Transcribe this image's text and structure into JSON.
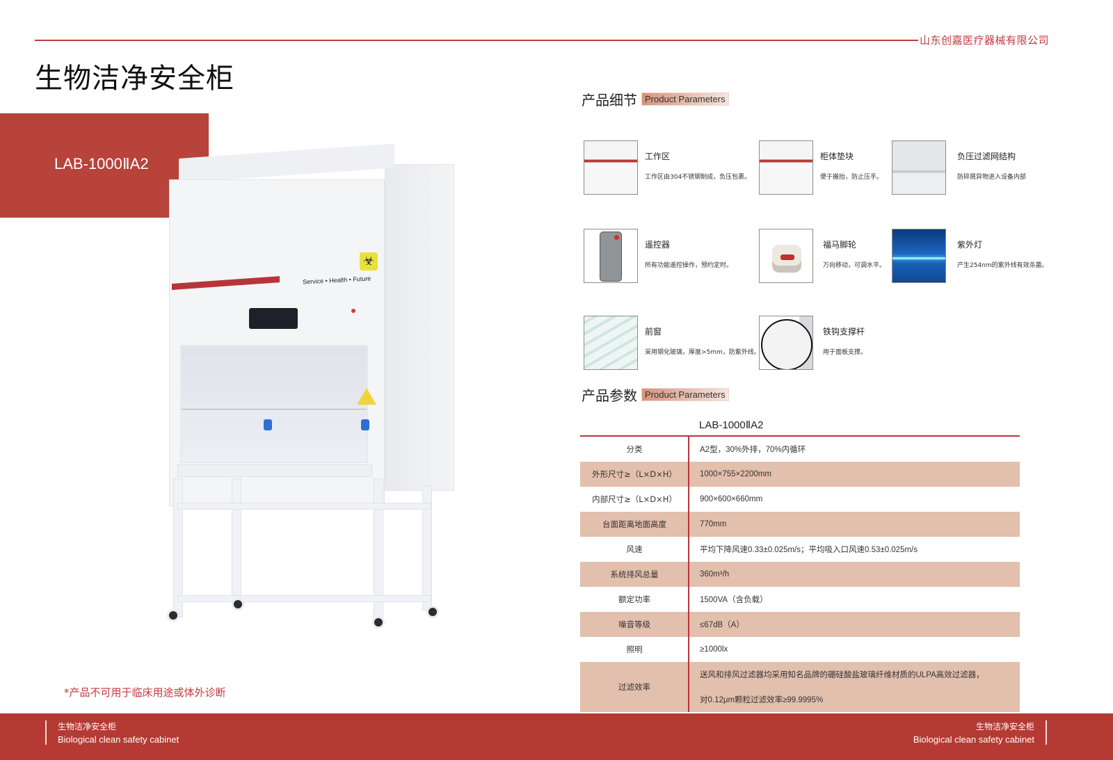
{
  "header": {
    "company": "山东创嘉医疗器械有限公司",
    "title": "生物洁净安全柜"
  },
  "hero": {
    "model": "LAB-1000ⅡA2",
    "slogan": "Service • Health • Future",
    "disclaimer": "*产品不可用于临床用途或体外诊断"
  },
  "details_section": {
    "title_cn": "产品细节",
    "title_en": "Product Parameters",
    "items": [
      {
        "title": "工作区",
        "desc": "工作区由304不锈钢制成，负压包裹。",
        "image": "work-area-image"
      },
      {
        "title": "柜体垫块",
        "desc": "便于搬抬，防止压手。",
        "image": "cabinet-pad-image"
      },
      {
        "title": "负压过滤网结构",
        "desc": "防碎屑异物进入设备内部",
        "image": "filter-structure-image"
      },
      {
        "title": "遥控器",
        "desc": "所有功能遥控操作，预约定时。",
        "image": "remote-control-image"
      },
      {
        "title": "福马脚轮",
        "desc": "万向移动，可调水平。",
        "image": "caster-wheel-image"
      },
      {
        "title": "紫外灯",
        "desc": "产生254nm的紫外线有效杀菌。",
        "image": "uv-lamp-image"
      },
      {
        "title": "前窗",
        "desc": "采用钢化玻璃，厚度>5mm，防紫外线。",
        "image": "front-window-image"
      },
      {
        "title": "铁钩支撑杆",
        "desc": "用于面板支撑。",
        "image": "support-hook-image"
      }
    ]
  },
  "params_section": {
    "title_cn": "产品参数",
    "title_en": "Product Parameters",
    "model": "LAB-1000ⅡA2",
    "rows": [
      {
        "key": "分类",
        "value": "A2型，30%外排，70%内循环"
      },
      {
        "key": "外形尺寸≥（L×D×H）",
        "value": "1000×755×2200mm"
      },
      {
        "key": "内部尺寸≥（L×D×H）",
        "value": "900×600×660mm"
      },
      {
        "key": "台面距离地面高度",
        "value": "770mm"
      },
      {
        "key": "风速",
        "value": "平均下降风速0.33±0.025m/s；平均吸入口风速0.53±0.025m/s"
      },
      {
        "key": "系统排风总量",
        "value": "360m³/h"
      },
      {
        "key": "额定功率",
        "value": "1500VA（含负载）"
      },
      {
        "key": "噪音等级",
        "value": "≤67dB（A）"
      },
      {
        "key": "照明",
        "value": "≥1000lx"
      },
      {
        "key": "过滤效率",
        "value": "送风和排风过滤器均采用知名品牌的硼硅酸盐玻璃纤维材质的ULPA高效过滤器，",
        "value2": "对0.12μm颗粒过滤效率≥99.9995%"
      }
    ]
  },
  "footer": {
    "left_cn": "生物洁净安全柜",
    "left_en": "Biological clean safety cabinet",
    "right_cn": "生物洁净安全柜",
    "right_en": "Biological clean safety cabinet"
  },
  "colors": {
    "brand_red": "#b43a33",
    "line_red": "#c23a3f",
    "row_alt": "#e3bfad"
  }
}
